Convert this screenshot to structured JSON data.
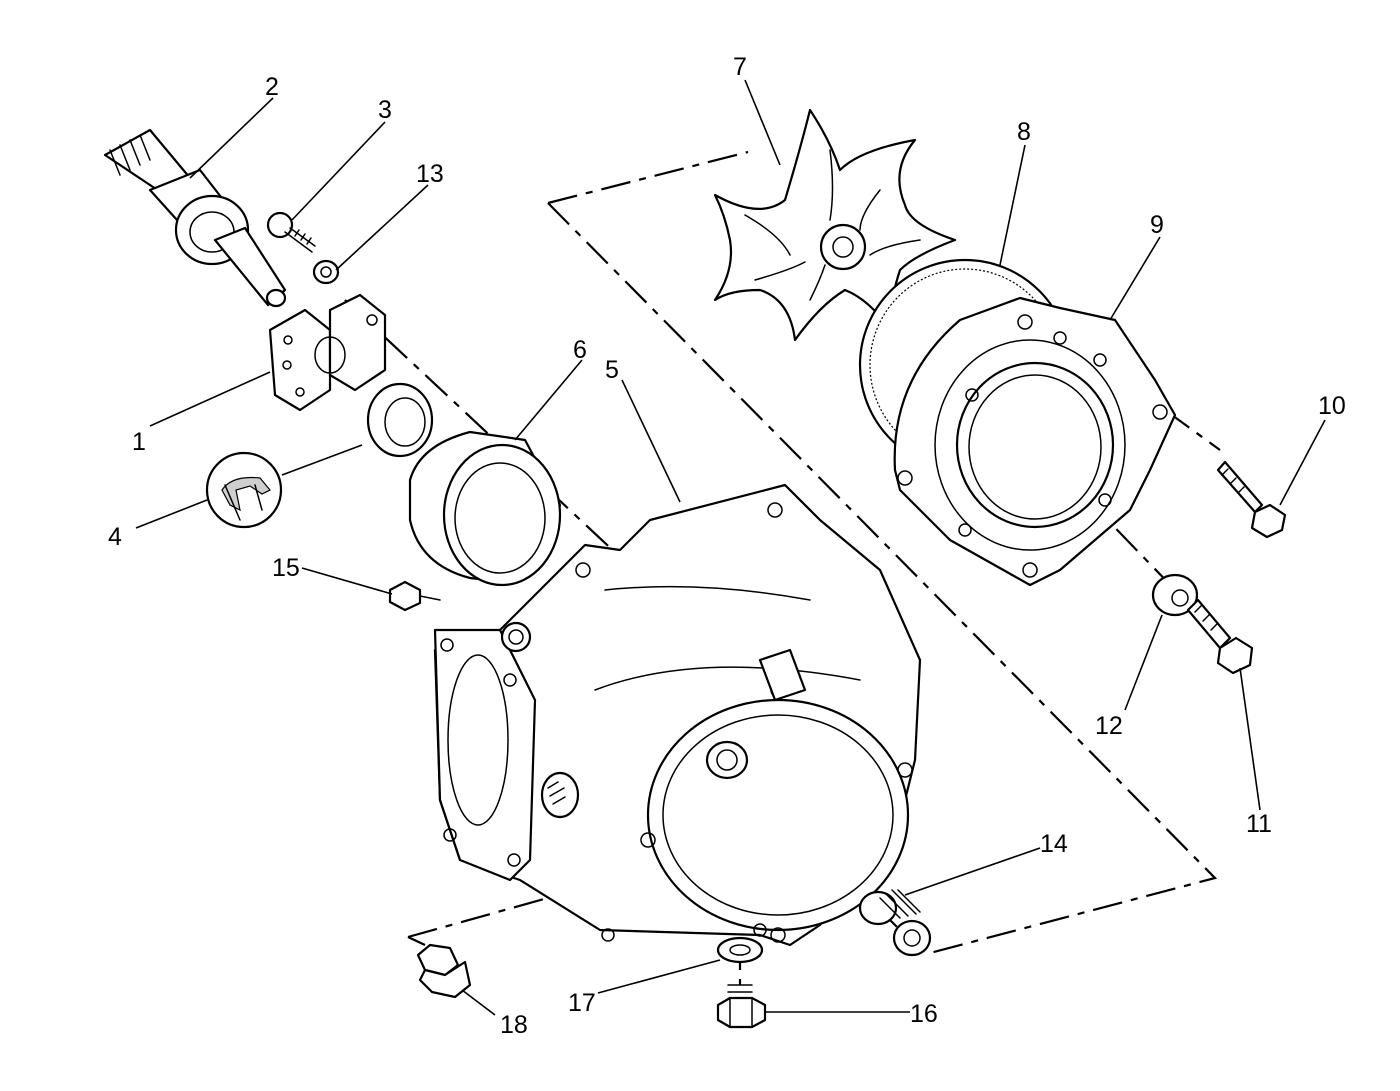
{
  "callouts": {
    "c1": "1",
    "c2": "2",
    "c3": "3",
    "c4": "4",
    "c5": "5",
    "c6": "6",
    "c7": "7",
    "c8": "8",
    "c9": "9",
    "c10": "10",
    "c11": "11",
    "c12": "12",
    "c13": "13",
    "c14": "14",
    "c15": "15",
    "c16": "16",
    "c17": "17",
    "c18": "18"
  },
  "style": {
    "line_color": "#000000",
    "background": "#ffffff"
  }
}
